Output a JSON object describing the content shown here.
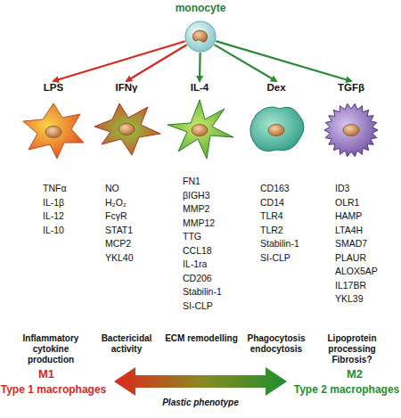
{
  "diagram": {
    "nodes": [
      {
        "text": [
          "monocyte"
        ]
      },
      {
        "text": [
          "LPS"
        ]
      },
      {
        "text": [
          "IFNγ"
        ]
      },
      {
        "text": [
          "IL-4"
        ]
      },
      {
        "text": [
          "Dex"
        ]
      },
      {
        "text": [
          "TGFβ"
        ]
      }
    ],
    "edges": [
      {
        "from": 0,
        "to": 1,
        "arrow": "to"
      },
      {
        "from": 0,
        "to": 2,
        "arrow": "to"
      },
      {
        "from": 0,
        "to": 3,
        "arrow": "to"
      },
      {
        "from": 0,
        "to": 4,
        "arrow": "to"
      },
      {
        "from": 0,
        "to": 5,
        "arrow": "to"
      }
    ],
    "labels": [
      "TNFα",
      "IL-1β",
      "IL-12",
      "IL-10",
      "Inflammatory cytokine production",
      "NO",
      "H₂O₂",
      "FcγR",
      "STAT1",
      "MCP2",
      "YKL40",
      "Bactericidal activity",
      "FN1",
      "βIGH3",
      "MMP2",
      "MMP12",
      "TTG",
      "CCL18",
      "IL-1ra",
      "CD206",
      "Stabilin-1",
      "SI-CLP",
      "ECM remodelling",
      "CD163",
      "CD14",
      "TLR4",
      "TLR2",
      "Stabilin-1",
      "SI-CLP",
      "Phagocytosis endocytosis",
      "ID3",
      "OLR1",
      "HAMP",
      "LTA4H",
      "SMAD7",
      "PLAUR",
      "ALOX5AP",
      "IL17BR",
      "YKL39",
      "Lipoprotein processing Fibrosis?",
      "M1",
      "Type 1 macrophages",
      "Plastic phenotype",
      "M2",
      "Type 2 macrophages"
    ]
  }
}
